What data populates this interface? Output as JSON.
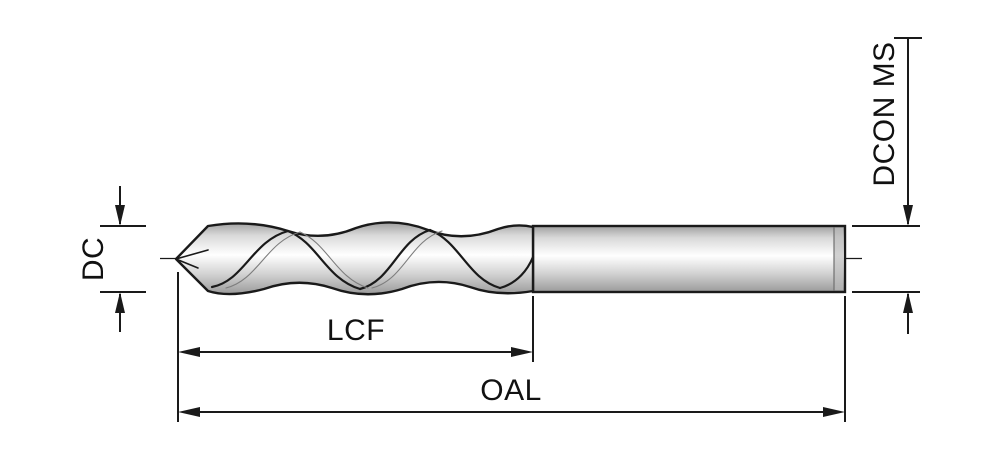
{
  "diagram": {
    "labels": {
      "diameter": "DC",
      "shank_diameter": "DCON MS",
      "flute_length": "LCF",
      "overall_length": "OAL"
    },
    "colors": {
      "line": "#1a1a1a",
      "background": "#ffffff",
      "metal_dark": "#a6a6a6",
      "metal_mid": "#d9d9d9",
      "metal_highlight": "#ffffff"
    }
  }
}
